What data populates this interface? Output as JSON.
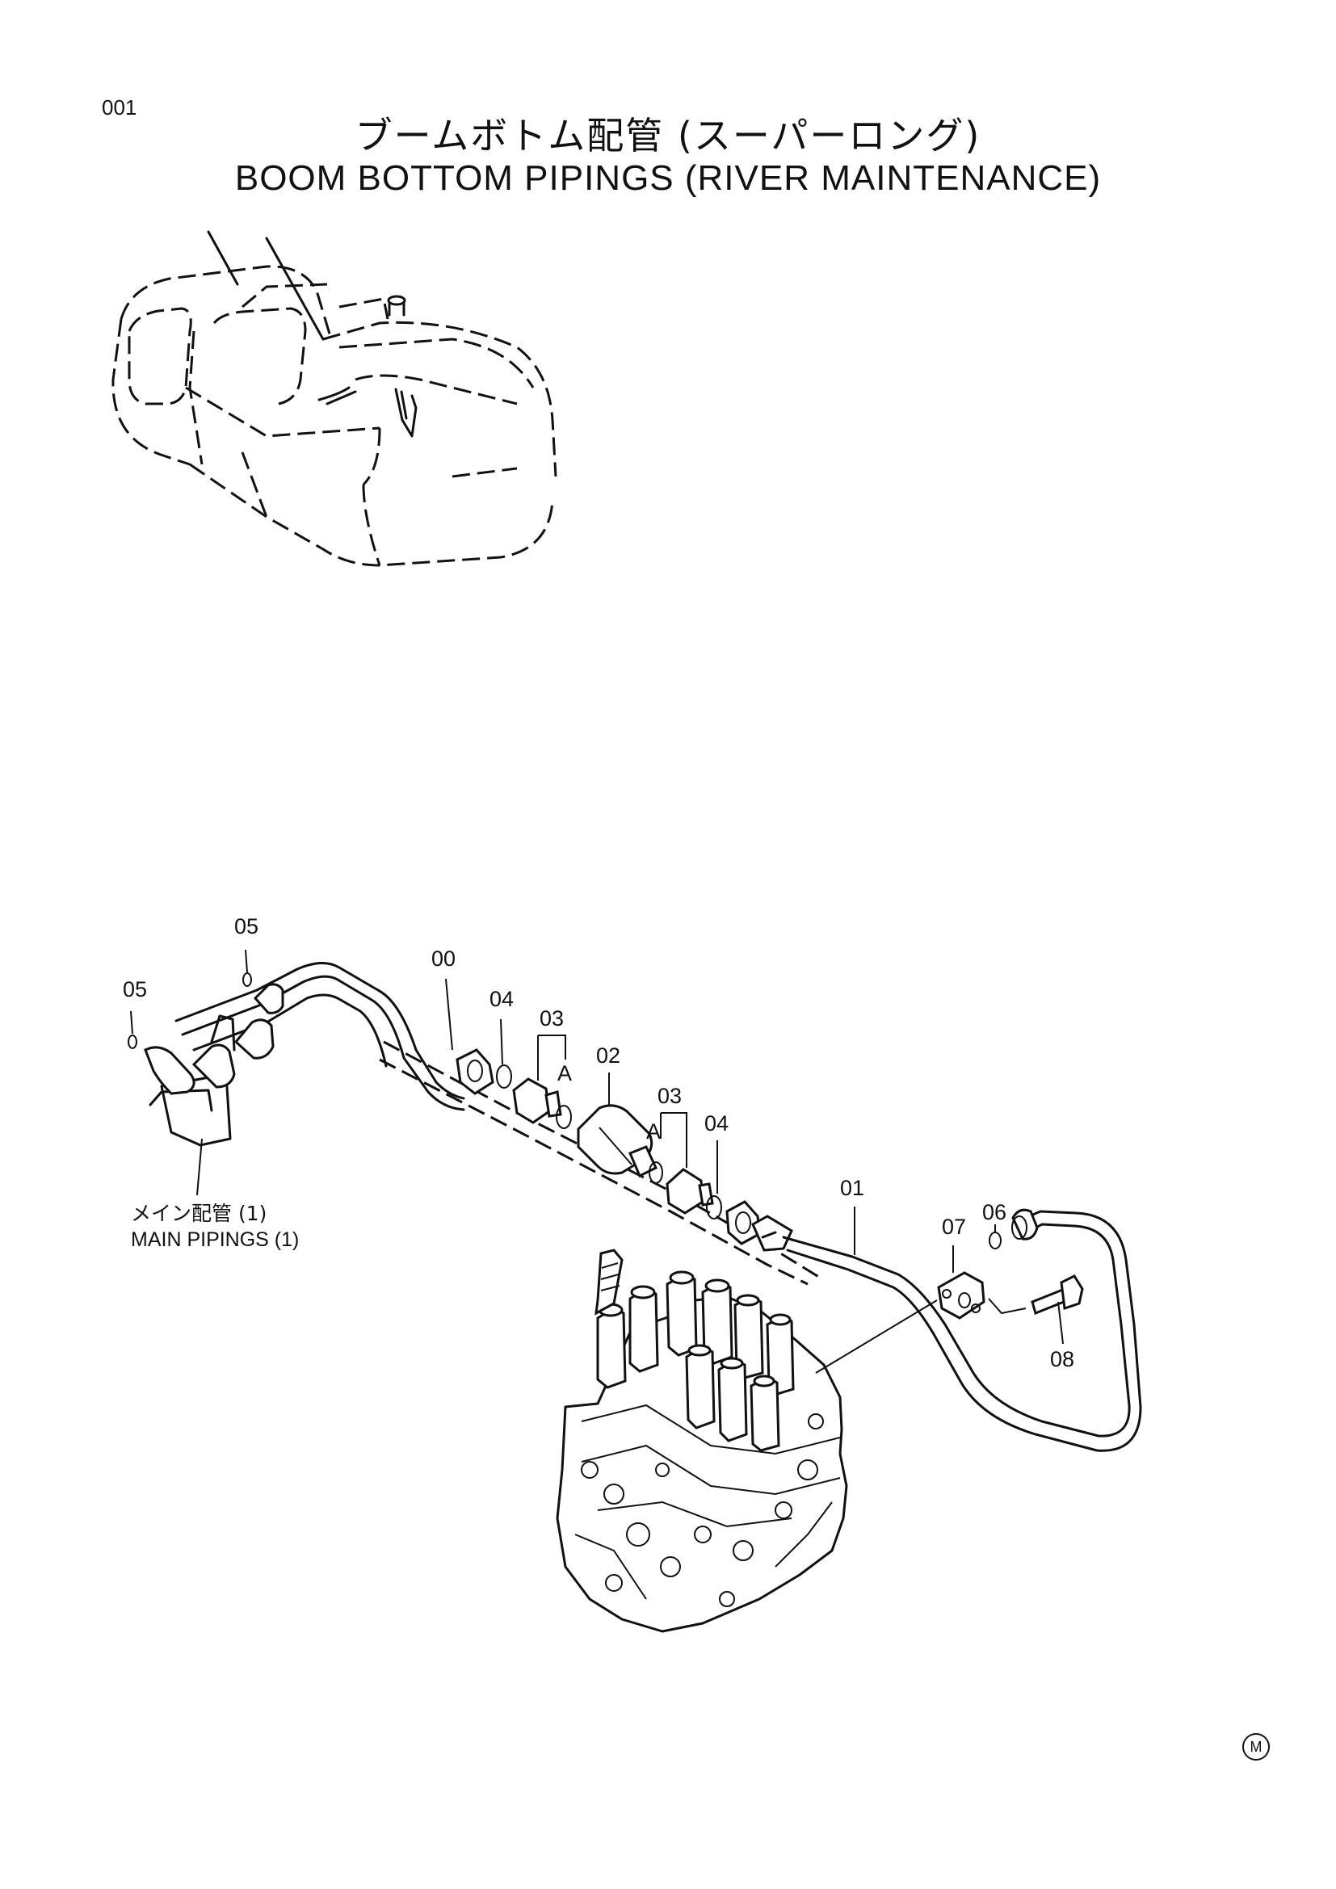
{
  "header": {
    "page_number": "001",
    "title_jp": "ブームボトム配管 (スーパーロング)",
    "title_en": "BOOM BOTTOM PIPINGS (RIVER MAINTENANCE)"
  },
  "callouts": {
    "p05a": "05",
    "p05b": "05",
    "p00": "00",
    "p04a": "04",
    "p03a": "03",
    "pAa": "A",
    "p02": "02",
    "p03b": "03",
    "pAb": "A",
    "p04b": "04",
    "p01": "01",
    "p07": "07",
    "p06": "06",
    "p08": "08"
  },
  "notes": {
    "main_pipings_jp": "メイン配管 (1)",
    "main_pipings_en": "MAIN PIPINGS (1)"
  },
  "footer": {
    "mark": "M"
  }
}
